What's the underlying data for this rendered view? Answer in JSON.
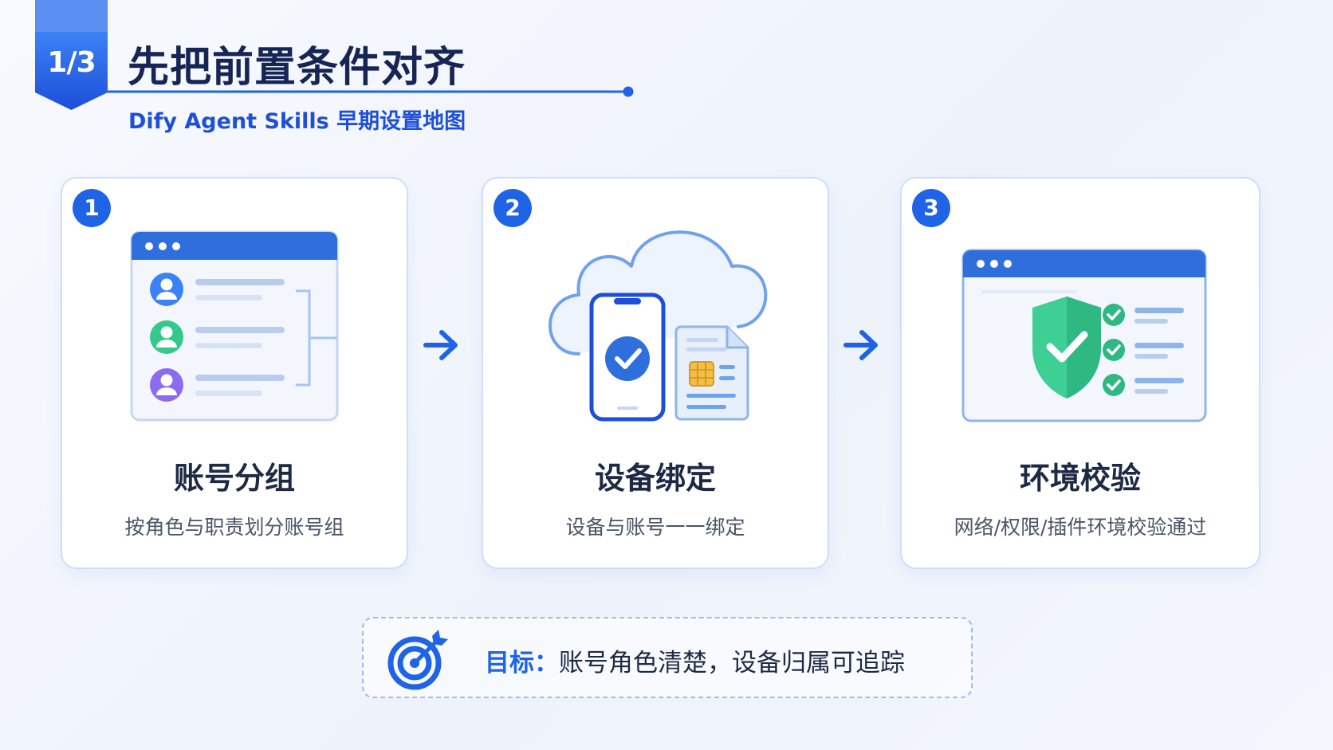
{
  "header": {
    "step_badge": "1/3",
    "title": "先把前置条件对齐",
    "subtitle": "Dify Agent Skills 早期设置地图"
  },
  "cards": [
    {
      "number": "1",
      "title": "账号分组",
      "desc": "按角色与职责划分账号组",
      "icon": "account-group-window-icon"
    },
    {
      "number": "2",
      "title": "设备绑定",
      "desc": "设备与账号一一绑定",
      "icon": "cloud-phone-sim-icon"
    },
    {
      "number": "3",
      "title": "环境校验",
      "desc": "网络/权限/插件环境校验通过",
      "icon": "shield-checklist-window-icon"
    }
  ],
  "goal": {
    "label": "目标：",
    "text": "账号角色清楚，设备归属可追踪",
    "icon": "target-icon"
  },
  "colors": {
    "primary": "#1f63e6",
    "title": "#172554",
    "accent_green": "#22c58b",
    "accent_purple": "#8b5cf6"
  }
}
